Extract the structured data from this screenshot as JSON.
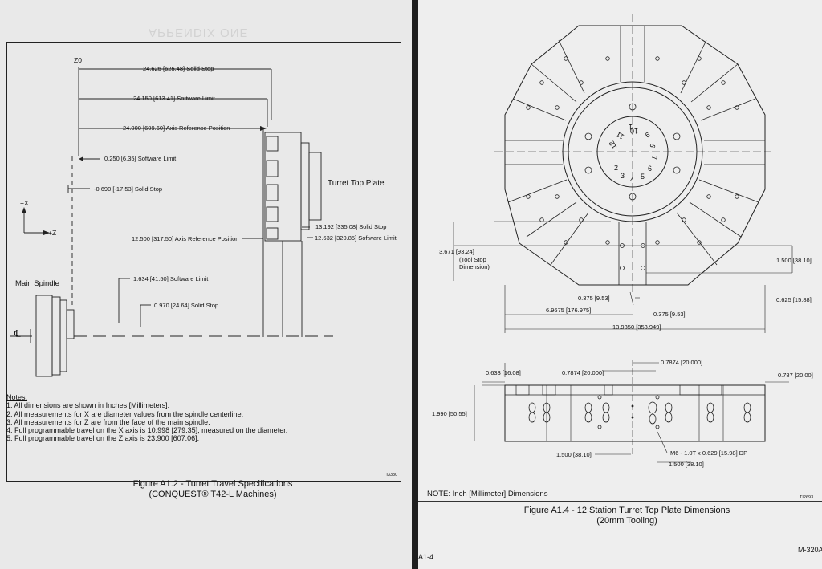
{
  "left_page": {
    "bleed_heading": "APPENDIX ONE",
    "axis_labels": {
      "z0": "Z0",
      "plus_x": "+X",
      "plus_z": "+Z"
    },
    "part_labels": {
      "main_spindle": "Main Spindle",
      "turret_top_plate": "Turret Top Plate",
      "centerline": "℄"
    },
    "dimensions": {
      "solid_stop_24625": "24.625 [625.48] Solid Stop",
      "software_limit_24150": "24.150 [613.41] Software Limit",
      "axis_ref_24000": "24.000 [609.60] Axis Reference Position",
      "software_limit_0250": "0.250 [6.35] Software Limit",
      "solid_stop_neg0690": "-0.690 [-17.53] Solid Stop",
      "solid_stop_13192": "13.192 [335.08] Solid Stop",
      "axis_ref_12500": "12.500 [317.50] Axis Reference Position",
      "software_limit_12632": "12.632 [320.85] Software Limit",
      "software_limit_1634": "1.634 [41.50] Software Limit",
      "solid_stop_0970": "0.970 [24.64] Solid Stop"
    },
    "notes_title": "Notes:",
    "notes": [
      "1. All dimensions are shown in Inches [Millimeters].",
      "2. All measurements for X are diameter values from the spindle centerline.",
      "3. All measurements for Z are from the face of the main spindle.",
      "4. Full programmable travel on the X axis is 10.998 [279.35], measured on the diameter.",
      "5. Full programmable travel on the Z axis is 23.900 [607.06]."
    ],
    "drawing_id": "TI3330",
    "caption_line1": "Figure A1.2 - Turret Travel Specifications",
    "caption_line2": "(CONQUEST® T42-L Machines)"
  },
  "right_page": {
    "station_numbers": [
      "1",
      "2",
      "3",
      "4",
      "5",
      "6",
      "7",
      "8",
      "9",
      "10",
      "11",
      "12"
    ],
    "dimensions": {
      "tool_stop_a": "3.671 [93.24]",
      "tool_stop_b": "(Tool Stop",
      "tool_stop_c": "Dimension)",
      "d_1500_a": "1.500 [38.10]",
      "d_0375_a": "0.375 [9.53]",
      "d_0625": "0.625 [15.88]",
      "d_69675": "6.9675 [176.975]",
      "d_0375_b": "0.375 [9.53]",
      "d_139350": "13.9350 [353.949]",
      "d_07874_a": "0.7874 [20.000]",
      "d_0633": "0.633 [16.08]",
      "d_07874_b": "0.7874 [20.000]",
      "d_0787": "0.787 [20.00]",
      "d_1990": "1.990 [50.55]",
      "d_1500_b": "1.500 [38.10]",
      "d_m6": "M6 - 1.0T x 0.629 [15.98] DP",
      "d_1500_c": "1.500 [38.10]"
    },
    "note": "NOTE: Inch [Millimeter] Dimensions",
    "drawing_id": "TI2693",
    "caption_line1": "Figure A1.4 - 12 Station Turret Top Plate Dimensions",
    "caption_line2": "(20mm Tooling)",
    "page_number": "A1-4",
    "doc_number": "M-320A"
  }
}
